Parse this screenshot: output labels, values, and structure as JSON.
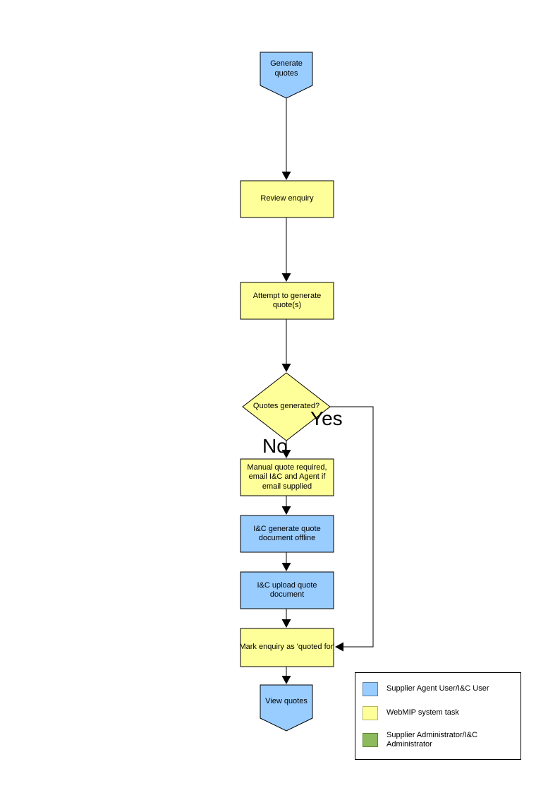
{
  "diagram": {
    "nodes": {
      "start": {
        "label": "Generate quotes",
        "shape": "pentagon-down",
        "fill": "blue"
      },
      "review": {
        "label": "Review enquiry",
        "shape": "process",
        "fill": "yellow"
      },
      "attempt": {
        "label": "Attempt to generate quote(s)",
        "shape": "process",
        "fill": "yellow"
      },
      "decision": {
        "label": "Quotes generated?",
        "shape": "decision",
        "fill": "yellow"
      },
      "manual": {
        "label": "Manual quote required, email I&C and Agent if email supplied",
        "shape": "process",
        "fill": "yellow"
      },
      "generate_offline": {
        "label": "I&C generate quote document offline",
        "shape": "process",
        "fill": "blue"
      },
      "upload": {
        "label": "I&C upload quote document",
        "shape": "process",
        "fill": "blue"
      },
      "mark": {
        "label": "Mark enquiry as 'quoted for'",
        "shape": "process",
        "fill": "yellow"
      },
      "end": {
        "label": "View quotes",
        "shape": "pentagon-down",
        "fill": "blue"
      }
    },
    "branches": {
      "yes_label": "Yes",
      "no_label": "No"
    },
    "colors": {
      "blue": "#99CCFF",
      "yellow": "#FFFF99",
      "green": "#8CBA5C",
      "line": "#000000"
    }
  },
  "legend": {
    "items": [
      {
        "swatch": "blue",
        "label": "Supplier Agent User/I&C User"
      },
      {
        "swatch": "yellow",
        "label": "WebMIP system task"
      },
      {
        "swatch": "green",
        "label": "Supplier Administrator/I&C Administrator"
      }
    ]
  }
}
